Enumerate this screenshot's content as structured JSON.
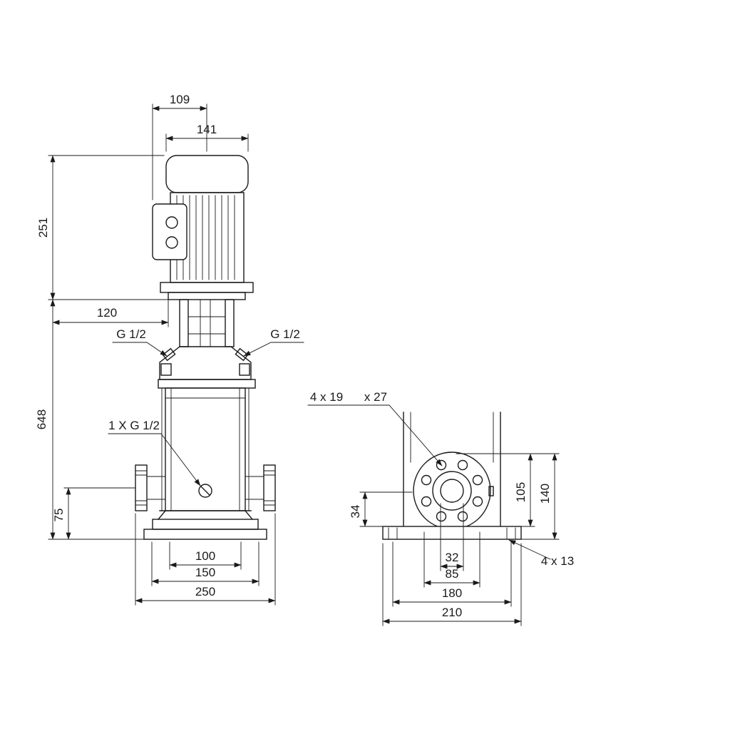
{
  "front_view": {
    "motor_top_width": "109",
    "motor_width": "141",
    "motor_length": "251",
    "coupling_width": "120",
    "pump_height": "648",
    "plug_left": "G 1/2",
    "plug_right": "G 1/2",
    "drain_plug": "1 X G 1/2",
    "port_center_height": "75",
    "base_bolt_spacing": "100",
    "base_width": "150",
    "port_to_port": "250"
  },
  "side_view": {
    "flange_holes_count": "4 x 19",
    "flange_holes_depth": "x 27",
    "center_to_base_top": "34",
    "flange_to_base_top": "105",
    "flange_to_base_bottom": "140",
    "port_bore": "32",
    "bolt_circle_diameter": "85",
    "base_hole_spacing": "180",
    "base_length": "210",
    "base_holes": "4 x 13"
  },
  "colors": {
    "line": "#1a1a1a",
    "background": "#ffffff"
  }
}
